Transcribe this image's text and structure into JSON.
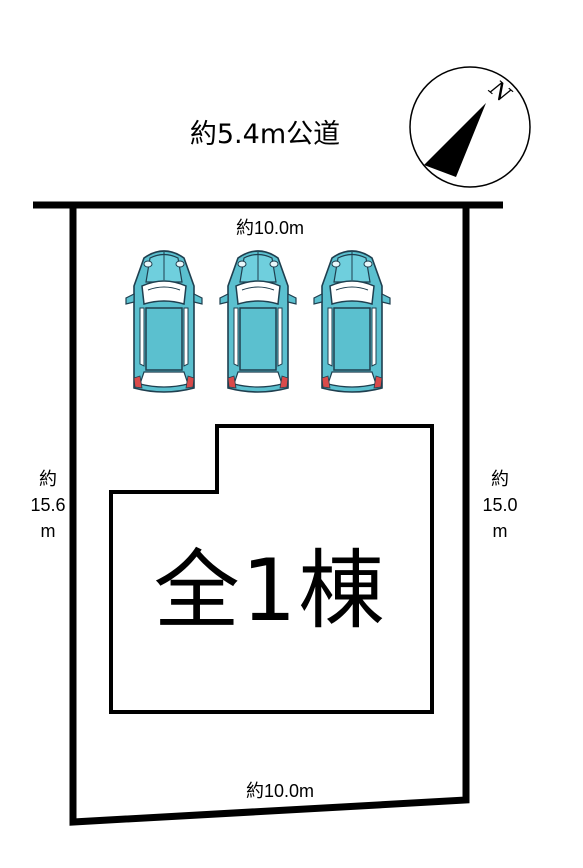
{
  "road": {
    "label": "約5.4m公道"
  },
  "compass": {
    "north_letter": "N",
    "icon": "north-arrow-icon"
  },
  "lot": {
    "top_width": "約10.0m",
    "bottom_width": "約10.0m",
    "left_depth": {
      "prefix": "約",
      "value": "15.6",
      "unit": "m"
    },
    "right_depth": {
      "prefix": "約",
      "value": "15.0",
      "unit": "m"
    }
  },
  "building": {
    "label": "全1棟"
  },
  "parking": {
    "car_count": 3,
    "car_icon": "car-icon",
    "colors": {
      "body": "#5bc0cf",
      "outline": "#1f3f4f",
      "tail_light": "#d94a4a"
    }
  }
}
